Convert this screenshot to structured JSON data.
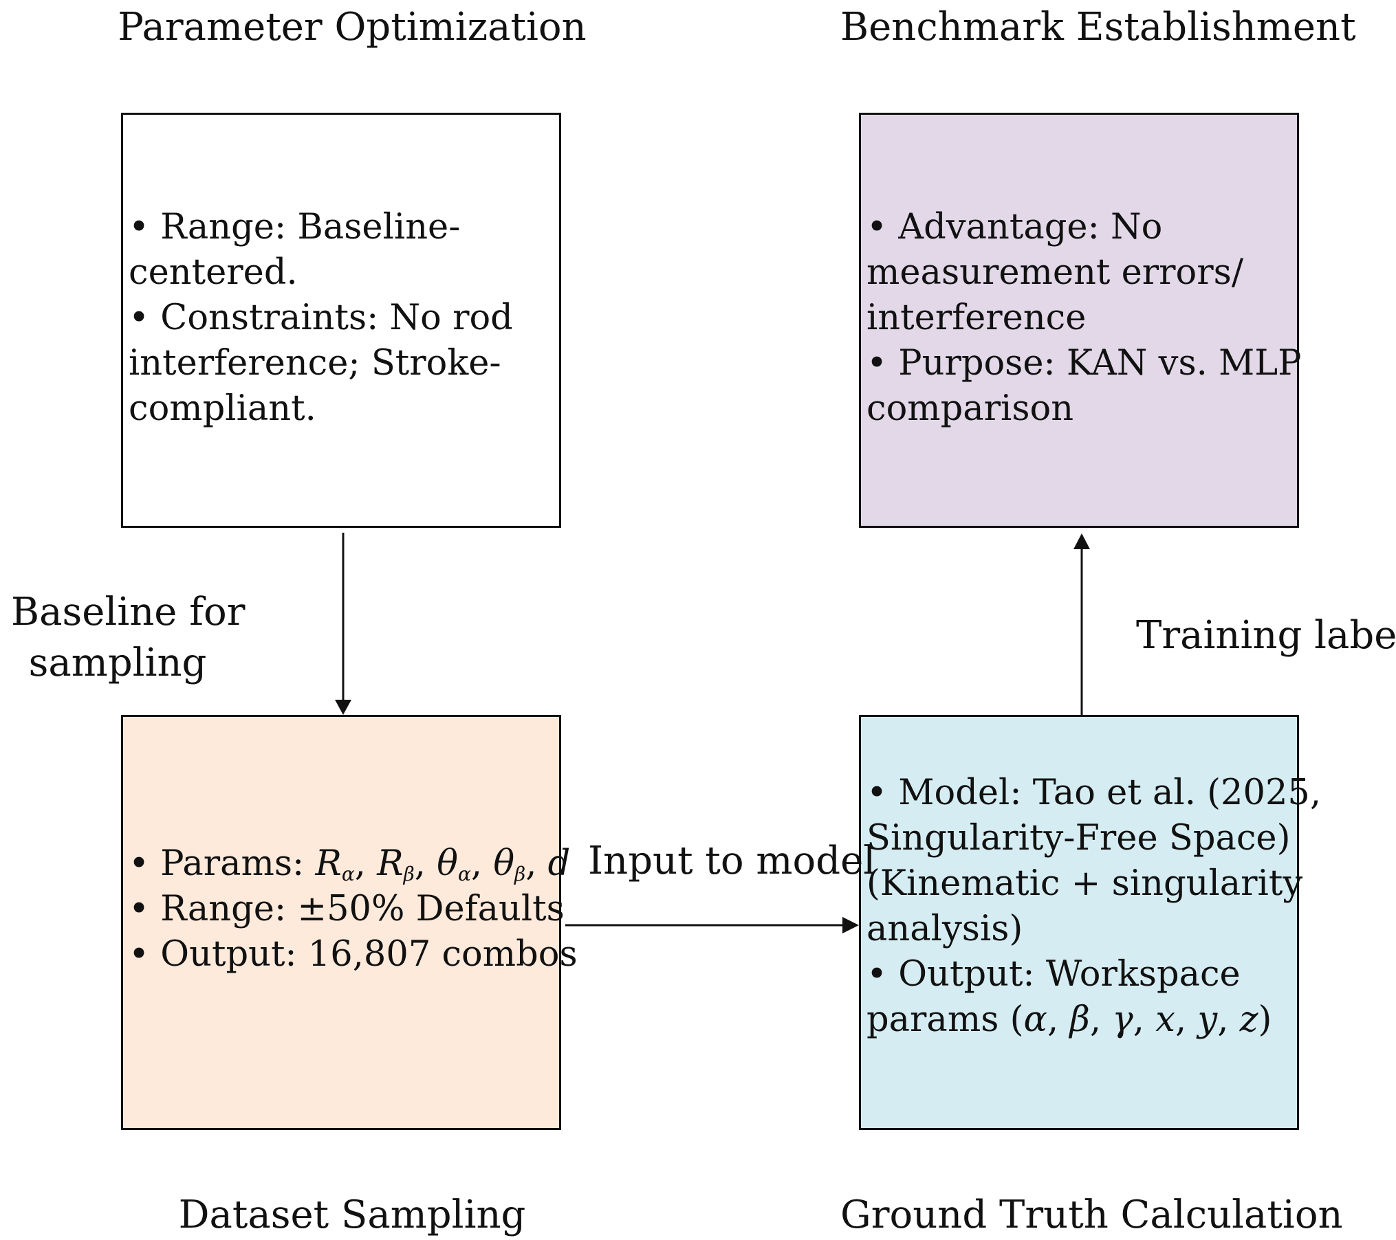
{
  "colors": {
    "box_optimization": "#ffffff",
    "box_benchmark": "#e2d8e8",
    "box_sampling": "#fdeadb",
    "box_ground_truth": "#d5edf2",
    "stroke": "#111111"
  },
  "titles": {
    "optimization": "Parameter Optimization",
    "benchmark": "Benchmark Establishment",
    "sampling": "Dataset Sampling",
    "ground_truth": "Ground Truth Calculation"
  },
  "boxes": {
    "optimization": [
      "• Range: Baseline-",
      "centered.",
      "• Constraints: No rod",
      "interference; Stroke-",
      "compliant."
    ],
    "benchmark": [
      "• Advantage: No",
      "measurement errors/",
      "interference",
      "• Purpose: KAN vs. MLP",
      "comparison"
    ],
    "sampling": {
      "params_prefix": "• Params: ",
      "params_symbols": [
        "R",
        "α",
        "R",
        "β",
        "θ",
        "α",
        "θ",
        "β",
        "d"
      ],
      "range": "• Range: ±50% Defaults",
      "output": "• Output: 16,807 combos"
    },
    "ground_truth": {
      "lines": [
        "• Model: Tao et al. (2025,",
        "Singularity-Free Space)",
        "(Kinematic + singularity",
        "analysis)",
        "• Output: Workspace"
      ],
      "params_prefix": "params (",
      "params_symbols": [
        "α",
        "β",
        "γ",
        "x",
        "y",
        "z"
      ],
      "params_suffix": ")"
    }
  },
  "edges": {
    "baseline": [
      "Baseline for",
      "sampling"
    ],
    "input": "Input to model",
    "training": "Training labels"
  }
}
